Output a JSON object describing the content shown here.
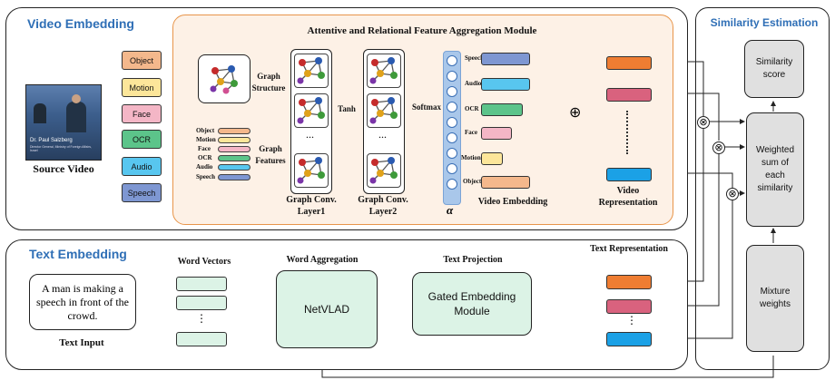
{
  "video_embedding": {
    "title": "Video Embedding",
    "source_label": "Source Video",
    "frame_caption": "Dr. Paul Salzberg",
    "frame_subcaption": "Director General, Ministry of Foreign Affairs, Israel",
    "modalities": [
      "Object",
      "Motion",
      "Face",
      "OCR",
      "Audio",
      "Speech"
    ],
    "modality_colors": [
      "#f4b88c",
      "#fce69a",
      "#f4b6c6",
      "#5cc48a",
      "#58c6ef",
      "#7e97d2"
    ]
  },
  "aggregation": {
    "title": "Attentive and Relational Feature Aggregation Module",
    "graph_structure": "Graph Structure",
    "graph_features": "Graph Features",
    "feature_labels": [
      "Object",
      "Motion",
      "Face",
      "OCR",
      "Audio",
      "Speech"
    ],
    "gc1_label": "Graph Conv. Layer1",
    "gc2_label": "Graph Conv. Layer2",
    "tanh": "Tanh",
    "softmax": "Softmax",
    "alpha": "α",
    "ellipsis": "...",
    "bar_labels": [
      "Speech",
      "Audio",
      "OCR",
      "Face",
      "Motion",
      "Object"
    ],
    "bar_fill": [
      0.9,
      0.65,
      0.3,
      0.25,
      0.2,
      0.6
    ],
    "video_embedding_label": "Video Embedding",
    "plus": "⊕",
    "video_representation": "Video Representation"
  },
  "text_embedding": {
    "title": "Text Embedding",
    "sentence": "A man is making a speech in front of the crowd.",
    "text_input": "Text  Input",
    "word_vectors": "Word Vectors",
    "word_aggregation": "Word Aggregation",
    "netvlad": "NetVLAD",
    "text_projection": "Text Projection",
    "gated": "Gated Embedding Module",
    "text_representation": "Text Representation",
    "vdots": "⋮"
  },
  "similarity": {
    "title": "Similarity Estimation",
    "score": "Similarity score",
    "weighted": "Weighted sum of each similarity",
    "mixture": "Mixture weights",
    "otimes": "⊗"
  },
  "rep_colors": [
    "#ef7d32",
    "#d9627e",
    "#3ab774",
    "#1ba1e6"
  ]
}
